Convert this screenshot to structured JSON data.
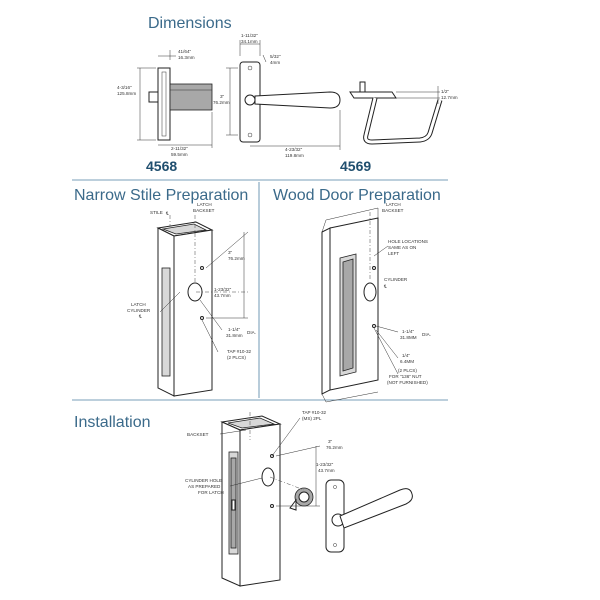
{
  "sections": {
    "dimensions": "Dimensions",
    "narrow": "Narrow Stile Preparation",
    "wood": "Wood Door Preparation",
    "install": "Installation"
  },
  "models": {
    "a": "4568",
    "b": "4569"
  },
  "dims": {
    "a1": "41/64\"",
    "a1m": "16.3mm",
    "a2": "4-3/16\"",
    "a2m": "125.8mm",
    "a3": "2-11/32\"",
    "a3m": "59.5mm",
    "b1": "1-11/32\"",
    "b1m": "34.1mm",
    "b2": "5/32\"",
    "b2m": "4mm",
    "b3": "3\"",
    "b3m": "76.2mm",
    "b4": "4-23/32\"",
    "b4m": "119.8mm",
    "c1": "1/2\"",
    "c1m": "12.7mm"
  },
  "narrow": {
    "stile": "STILE",
    "cl1": "℄",
    "latch_backset": "LATCH",
    "latch_backset2": "BACKSET",
    "d3": "3\"",
    "d3m": "76.2mm",
    "d1": "1-23/32\"",
    "d1m": "43.7mm",
    "latch_cyl1": "LATCH",
    "latch_cyl2": "CYLINDER",
    "cl2": "℄",
    "dia": "1-1/4\"",
    "diam": "31.8mm",
    "dial": "DIA.",
    "tap1": "TAP #10-32",
    "tap2": "(2 PLCS)"
  },
  "wood": {
    "latch_backset": "LATCH",
    "latch_backset2": "BACKSET",
    "holes1": "HOLE LOCATIONS",
    "holes2": "SAME AS ON",
    "holes3": "LEFT",
    "cyl": "CYLINDER",
    "cl": "℄",
    "dia": "1-1/4\"",
    "diam": "31.8MM",
    "dial": "DIA.",
    "q": "1/4\"",
    "qm": "6.4MM",
    "plcs1": "(2 PLCS)",
    "plcs2": "FOR \"136\" NUT",
    "plcs3": "(NOT FURNISHED)"
  },
  "install": {
    "backset": "BACKSET",
    "tap1": "TAP #10-32",
    "tap2": "(MS) 2PL",
    "d3": "3\"",
    "d3m": "76.2mm",
    "d1": "1-23/32\"",
    "d1m": "43.7mm",
    "cyl1": "CYLINDER HOLE",
    "cyl2": "AS PREPARED",
    "cyl3": "FOR LATCH"
  }
}
